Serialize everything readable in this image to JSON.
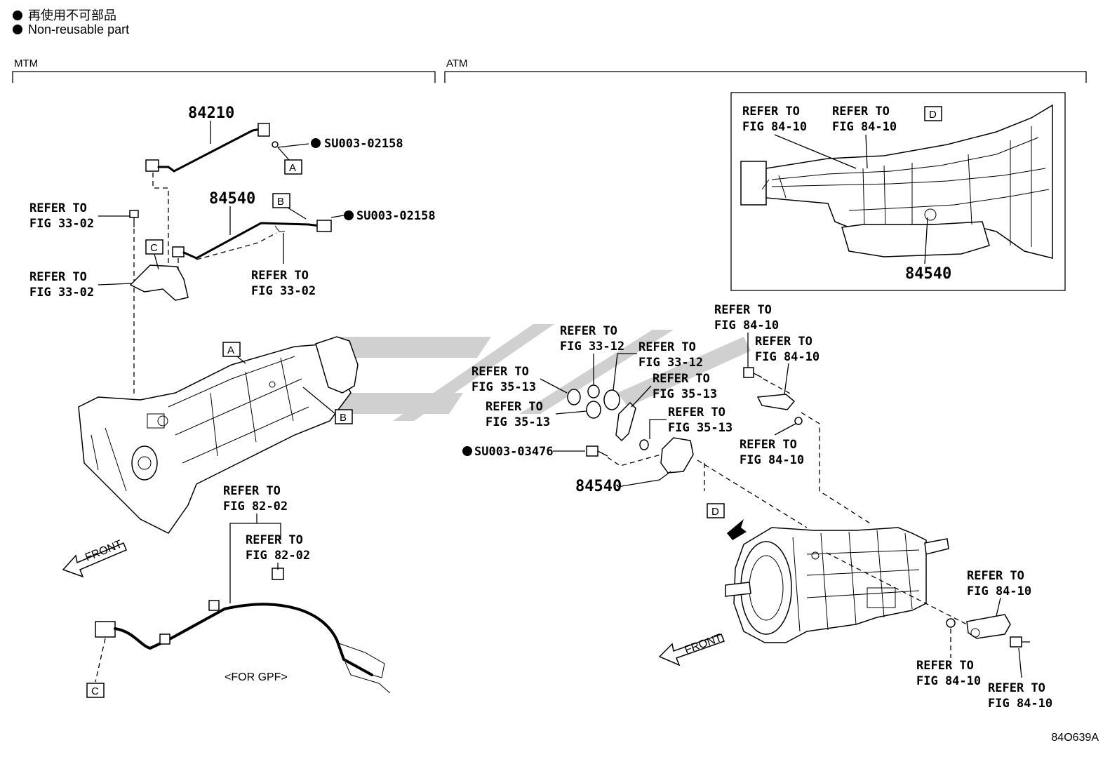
{
  "legend": {
    "jp": "再使用不可部品",
    "en": "Non-reusable part"
  },
  "sections": {
    "mtm": "MTM",
    "atm": "ATM"
  },
  "labels": {
    "refer_to": "REFER TO",
    "fig_33_02": "FIG 33-02",
    "fig_33_12": "FIG 33-12",
    "fig_35_13": "FIG 35-13",
    "fig_82_02": "FIG 82-02",
    "fig_84_10": "FIG 84-10",
    "su_02158": "SU003-02158",
    "su_03476": "SU003-03476",
    "front": "FRONT",
    "for_gpf": "<FOR GPF>"
  },
  "parts": {
    "p84210": "84210",
    "p84540": "84540"
  },
  "boxes": {
    "a": "A",
    "b": "B",
    "c": "C",
    "d": "D"
  },
  "figure_id": "84O639A"
}
